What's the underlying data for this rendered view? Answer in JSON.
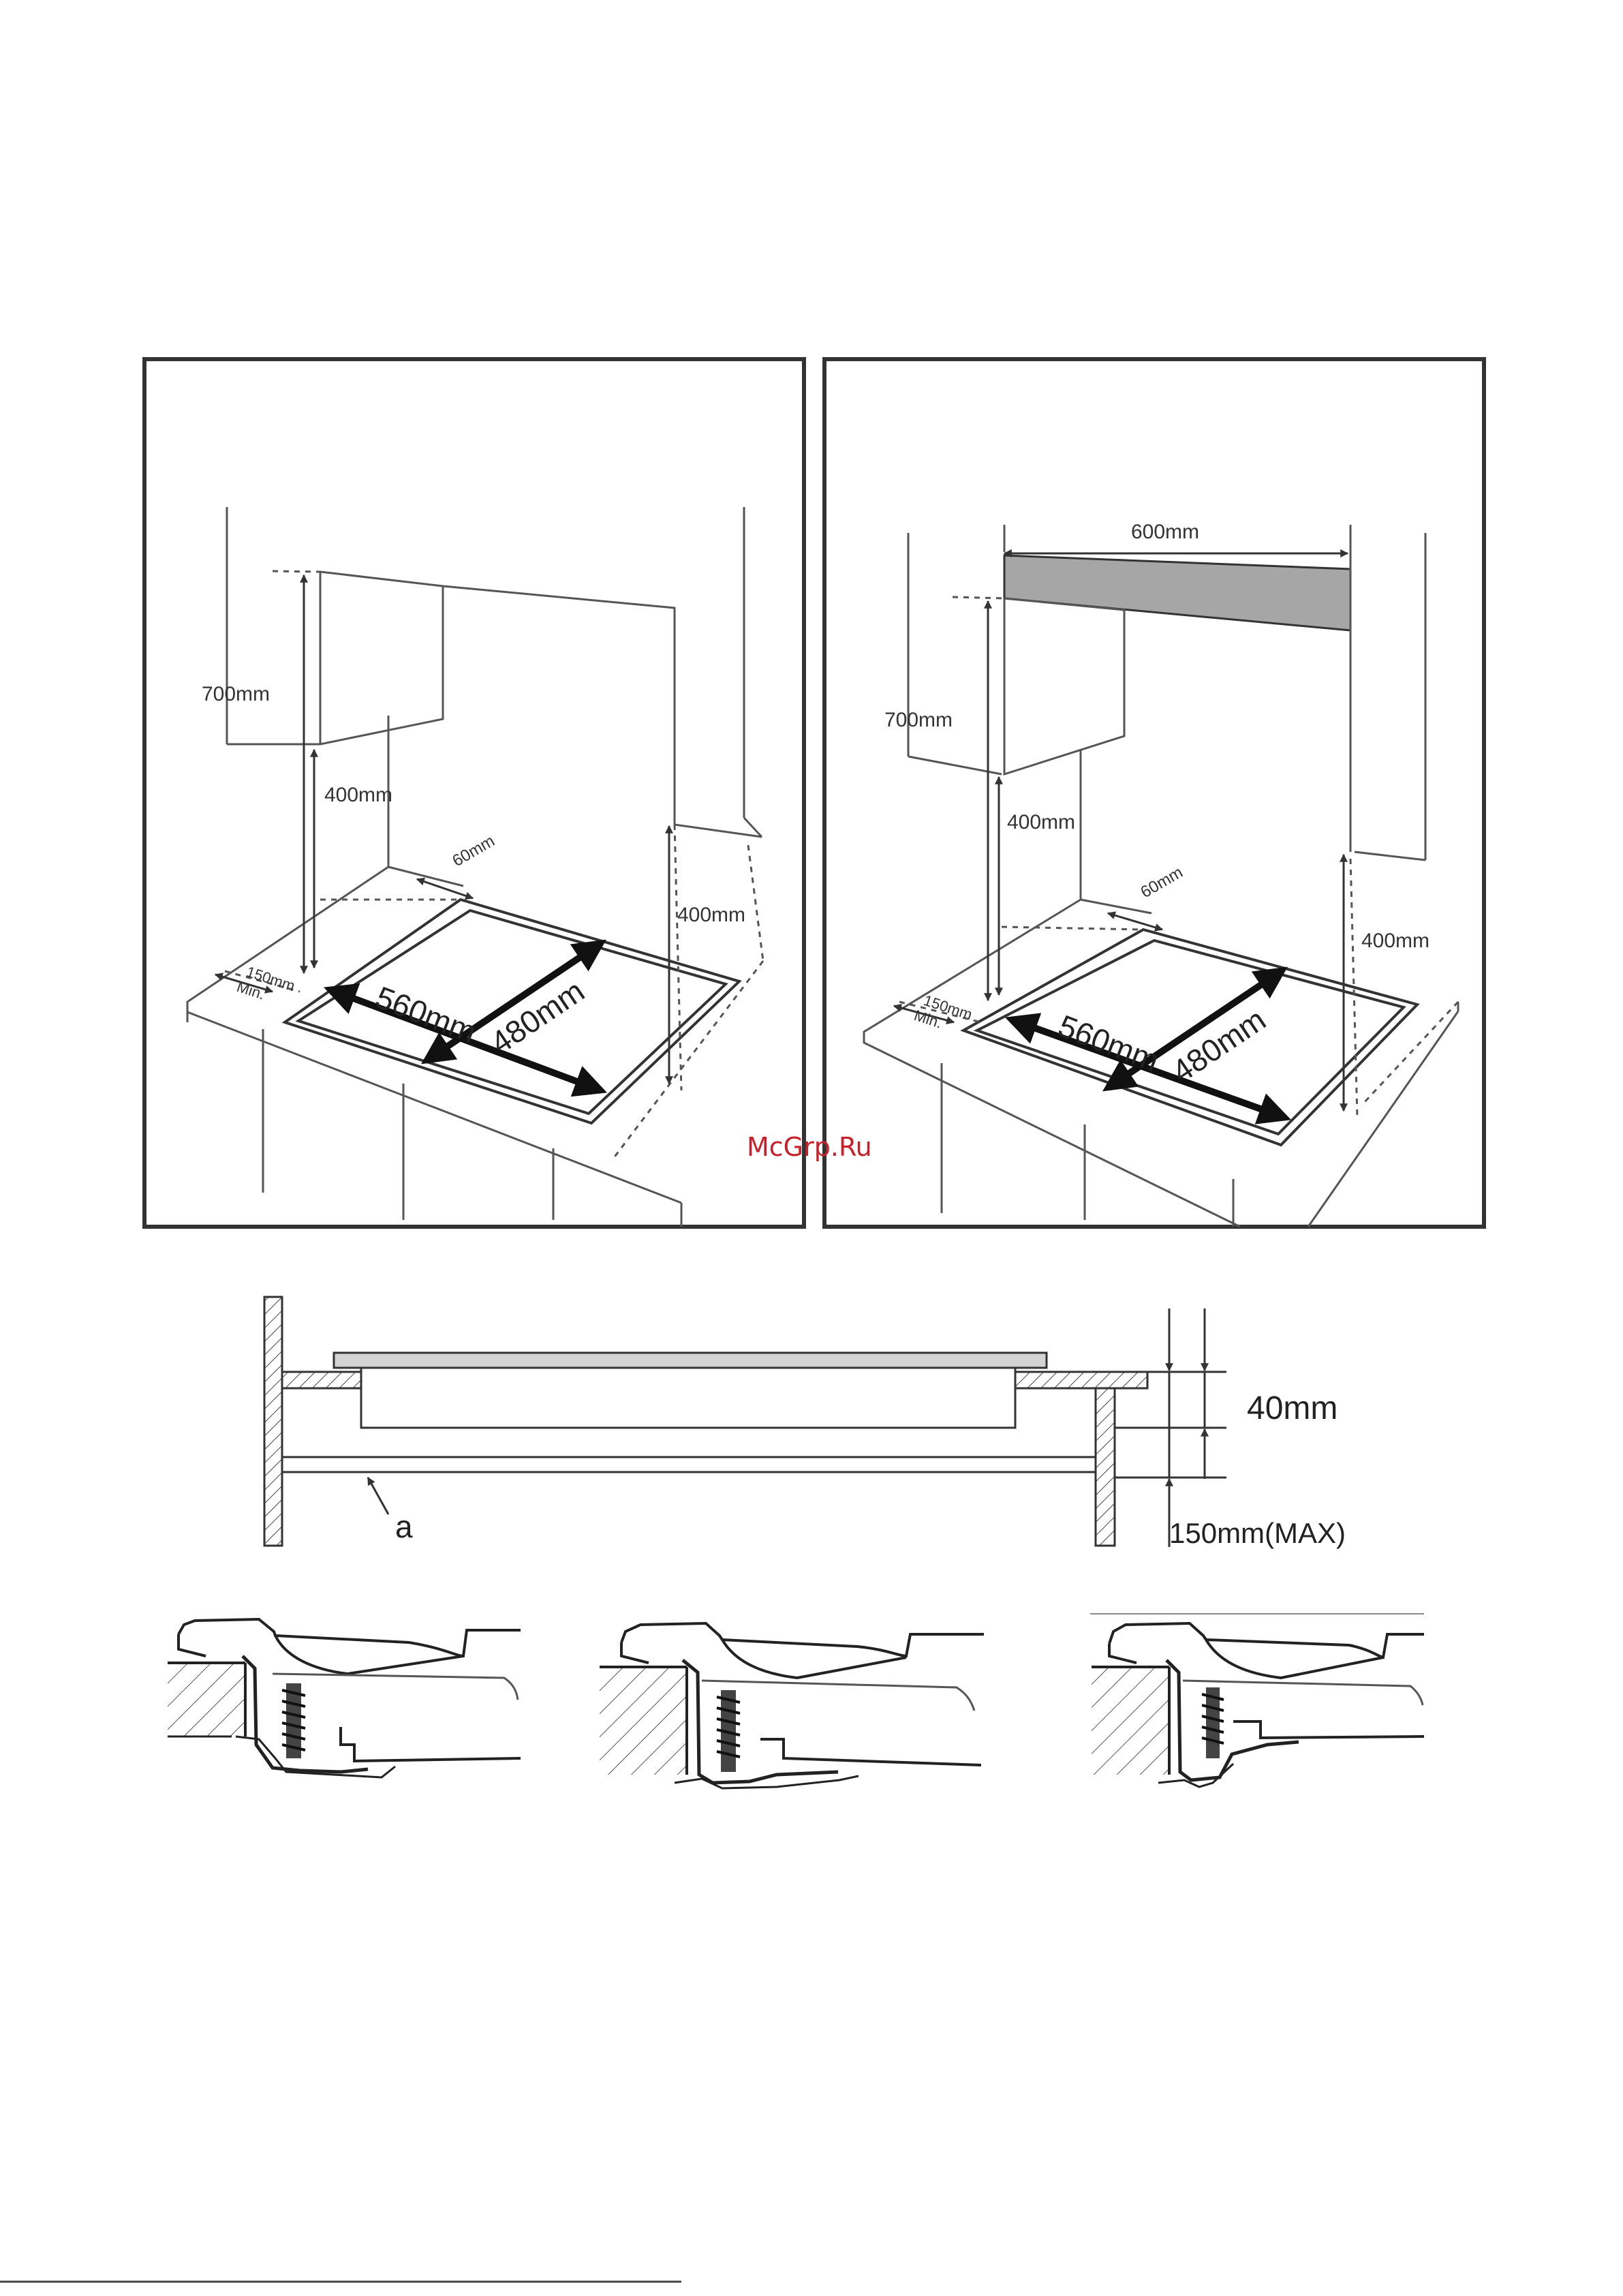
{
  "watermark": {
    "text": "McGrp.Ru",
    "color": "#c8202a"
  },
  "panel_left": {
    "labels": {
      "height_700": "700mm",
      "height_400_left": "400mm",
      "height_400_right": "400mm",
      "rear_gap": "60mm",
      "front_gap_value": "150mm",
      "front_gap_note": "Min.",
      "cutout_width": "560mm",
      "cutout_depth": "480mm"
    }
  },
  "panel_right": {
    "labels": {
      "hood_width": "600mm",
      "height_700": "700mm",
      "height_400_left": "400mm",
      "height_400_right": "400mm",
      "rear_gap": "60mm",
      "front_gap_value": "150mm",
      "front_gap_note": "Min.",
      "cutout_width": "560mm",
      "cutout_depth": "480mm"
    },
    "hood_color": "#a6a6a6"
  },
  "section": {
    "labels": {
      "clearance": "40mm",
      "max_depth": "150mm(MAX)",
      "pointer_letter": "a"
    },
    "hob_color": "#d4d4d4"
  }
}
